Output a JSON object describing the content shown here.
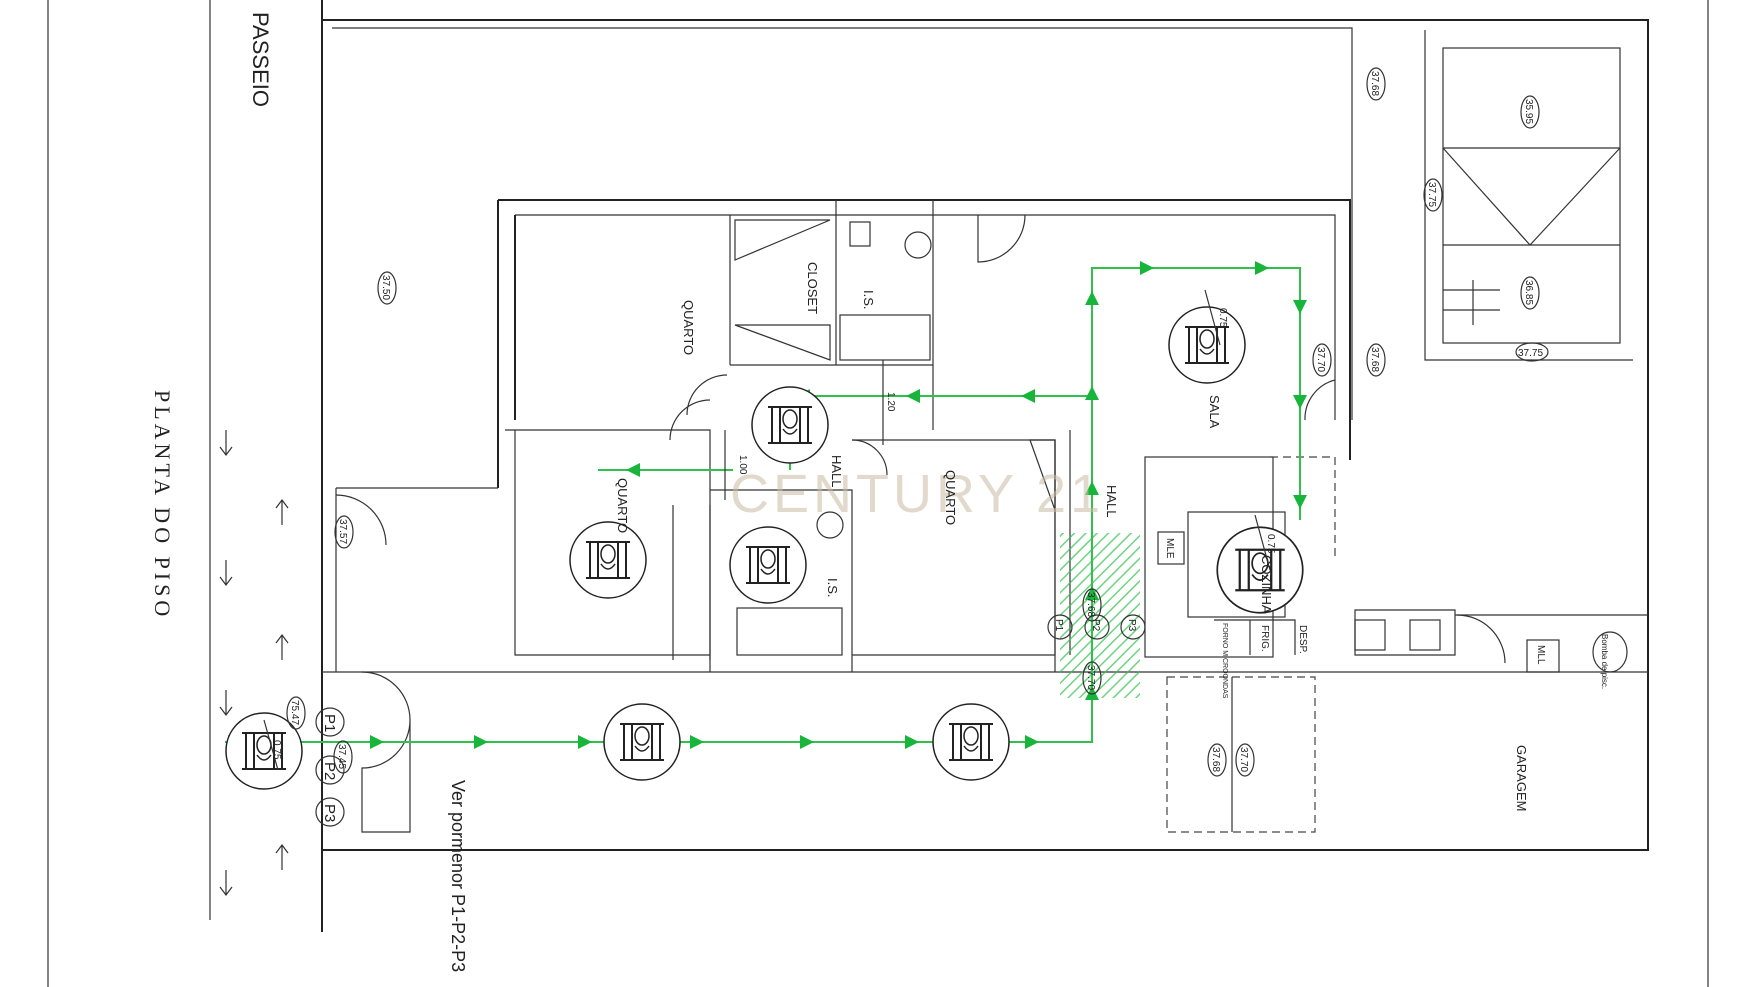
{
  "title": "PLANTA DO PISO",
  "street_label": "PASSEIO",
  "detail_note": "Ver pormenor P1-P2-P3",
  "watermark": "CENTURY 21",
  "colors": {
    "route": "#2fc24a",
    "arrow": "#17b53a",
    "lines": "#222222",
    "hatch": "#2fc24a"
  },
  "rooms": {
    "quarto_1": "QUARTO",
    "closet": "CLOSET",
    "is_1": "I.S.",
    "quarto_2": "QUARTO",
    "hall_1": "HALL",
    "is_2": "I.S.",
    "quarto_3": "QUARTO",
    "hall_2": "HALL",
    "sala": "SALA",
    "cozinha": "COZINHA",
    "garagem": "GARAGEM"
  },
  "fixtures": {
    "frig": "FRIG.",
    "desp": "DESP.",
    "forno": "FORNO MICROONDAS",
    "mle": "MLE",
    "mll": "MLL",
    "bomba": "Bomba de pisc."
  },
  "door_labels": [
    "P1",
    "P2",
    "P3",
    "P1",
    "P2",
    "P3"
  ],
  "dimensions": [
    "0.75",
    "0.75",
    "0.75",
    "1.20",
    "1.00"
  ],
  "levels": [
    "37.50",
    "37.57",
    "75.47",
    "37.45",
    "37.68",
    "37.75",
    "37.70",
    "37.68",
    "35.95",
    "36.85",
    "37.75",
    "37.70",
    "37.68",
    "37.68",
    "37.70"
  ]
}
